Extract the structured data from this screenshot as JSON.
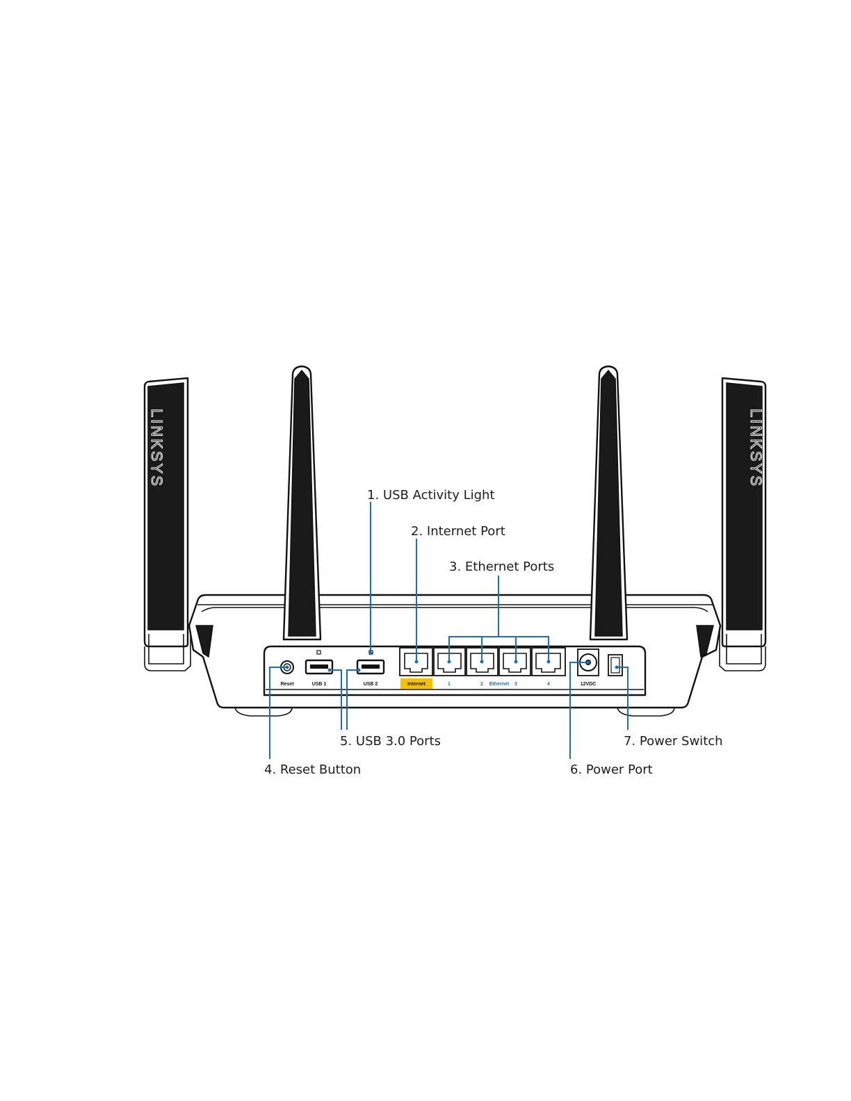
{
  "brand": {
    "logo_text": "LINKSYS"
  },
  "colors": {
    "callout_line": "#1f6fa8",
    "internet_badge": "#f2c200",
    "ethernet_label": "#1f6fa8"
  },
  "port_labels": {
    "reset": "Reset",
    "usb1": "USB 1",
    "usb2": "USB 2",
    "internet": "Internet",
    "eth1": "1",
    "eth2": "2",
    "ethernet": "Ethernet",
    "eth3": "3",
    "eth4": "4",
    "dc": "12VDC"
  },
  "callouts": {
    "c1": "1. USB Activity Light",
    "c2": "2. Internet Port",
    "c3": "3. Ethernet Ports",
    "c4": "4. Reset Button",
    "c5": "5. USB 3.0 Ports",
    "c6": "6. Power Port",
    "c7": "7. Power Switch"
  }
}
